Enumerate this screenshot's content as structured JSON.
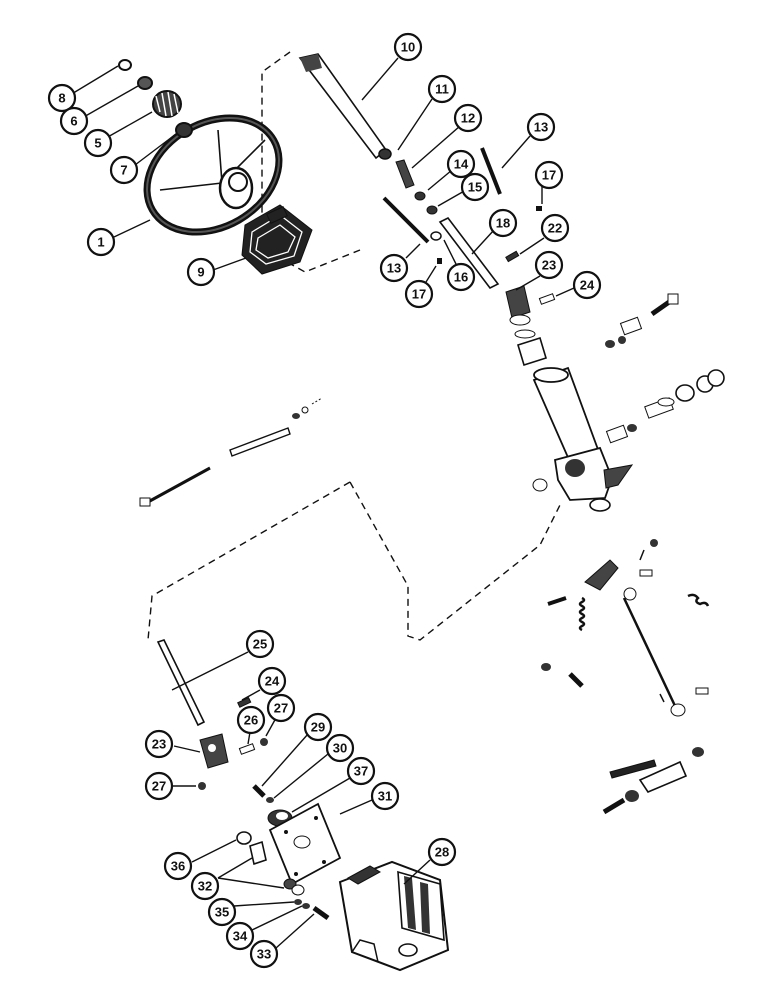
{
  "callouts": [
    {
      "id": "c8",
      "label": "8"
    },
    {
      "id": "c6",
      "label": "6"
    },
    {
      "id": "c5",
      "label": "5"
    },
    {
      "id": "c7",
      "label": "7"
    },
    {
      "id": "c1",
      "label": "1"
    },
    {
      "id": "c9",
      "label": "9"
    },
    {
      "id": "c10",
      "label": "10"
    },
    {
      "id": "c11",
      "label": "11"
    },
    {
      "id": "c12",
      "label": "12"
    },
    {
      "id": "c13a",
      "label": "13"
    },
    {
      "id": "c17a",
      "label": "17"
    },
    {
      "id": "c14",
      "label": "14"
    },
    {
      "id": "c15",
      "label": "15"
    },
    {
      "id": "c18",
      "label": "18"
    },
    {
      "id": "c22",
      "label": "22"
    },
    {
      "id": "c13b",
      "label": "13"
    },
    {
      "id": "c17b",
      "label": "17"
    },
    {
      "id": "c16",
      "label": "16"
    },
    {
      "id": "c23a",
      "label": "23"
    },
    {
      "id": "c24a",
      "label": "24"
    },
    {
      "id": "c25",
      "label": "25"
    },
    {
      "id": "c24b",
      "label": "24"
    },
    {
      "id": "c26",
      "label": "26"
    },
    {
      "id": "c27a",
      "label": "27"
    },
    {
      "id": "c23b",
      "label": "23"
    },
    {
      "id": "c29",
      "label": "29"
    },
    {
      "id": "c30",
      "label": "30"
    },
    {
      "id": "c37",
      "label": "37"
    },
    {
      "id": "c27b",
      "label": "27"
    },
    {
      "id": "c31",
      "label": "31"
    },
    {
      "id": "c28",
      "label": "28"
    },
    {
      "id": "c36",
      "label": "36"
    },
    {
      "id": "c32",
      "label": "32"
    },
    {
      "id": "c35",
      "label": "35"
    },
    {
      "id": "c34",
      "label": "34"
    },
    {
      "id": "c33",
      "label": "33"
    }
  ],
  "colors": {
    "ink": "#111111",
    "paper": "#ffffff"
  }
}
